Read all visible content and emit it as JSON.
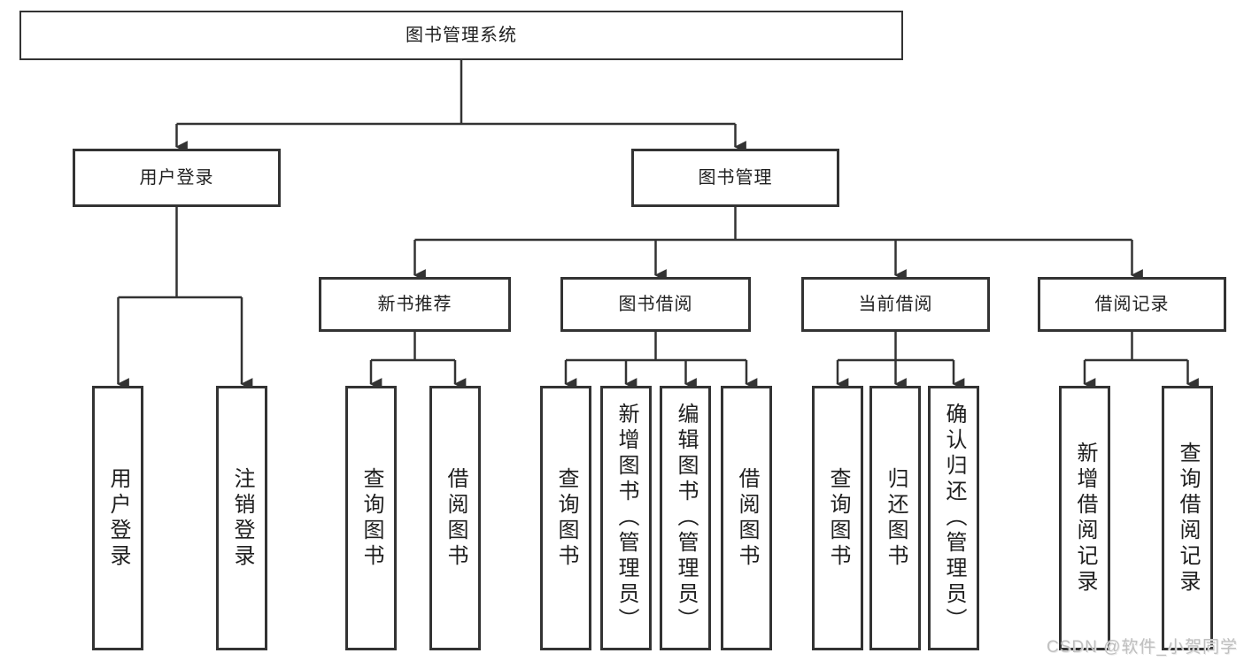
{
  "tree": {
    "root": {
      "label": "图书管理系统"
    },
    "user_login": {
      "label": "用户登录",
      "children": [
        {
          "label": "用户登录"
        },
        {
          "label": "注销登录"
        }
      ]
    },
    "book_management": {
      "label": "图书管理"
    },
    "new_book_recommend": {
      "label": "新书推荐",
      "children": [
        {
          "label": "查询图书"
        },
        {
          "label": "借阅图书"
        }
      ]
    },
    "book_borrow": {
      "label": "图书借阅",
      "children": [
        {
          "label": "查询图书"
        },
        {
          "label": "新增图书（管理员）"
        },
        {
          "label": "编辑图书（管理员）"
        },
        {
          "label": "借阅图书"
        }
      ]
    },
    "current_borrow": {
      "label": "当前借阅",
      "children": [
        {
          "label": "查询图书"
        },
        {
          "label": "归还图书"
        },
        {
          "label": "确认归还（管理员）"
        }
      ]
    },
    "borrow_records": {
      "label": "借阅记录",
      "children": [
        {
          "label": "新增借阅记录"
        },
        {
          "label": "查询借阅记录"
        }
      ]
    }
  },
  "watermark": {
    "text": "CSDN @软件_小贺同学"
  },
  "colors": {
    "line": "#333333",
    "text": "#1f1f1f",
    "background": "#ffffff",
    "watermark": "#bfbfbf"
  }
}
